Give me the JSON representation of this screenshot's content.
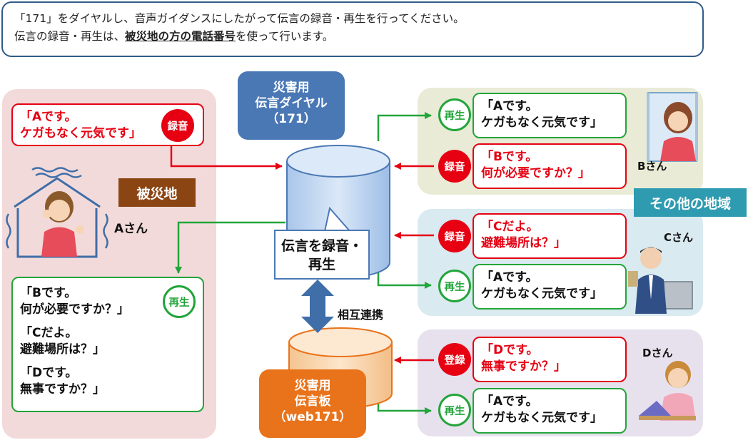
{
  "instruction": {
    "line1": "「171」をダイヤルし、音声ガイダンスにしたがって伝言の録音・再生を行ってください。",
    "line2_pre": "伝言の録音・再生は、",
    "line2_emph": "被災地の方の電話番号",
    "line2_post": "を使って行います。"
  },
  "disaster_area": {
    "tag": "被災地",
    "person": "Aさん",
    "record_msg": [
      "「Aです。",
      "ケガもなく元気です」"
    ],
    "record_badge": "録音",
    "play_badge": "再生",
    "play_msgs": [
      [
        "「Bです。",
        "何が必要ですか？」"
      ],
      [
        "「Cだよ。",
        "避難場所は？」"
      ],
      [
        "「Dです。",
        "無事ですか？」"
      ]
    ]
  },
  "other_area": {
    "tag": "その他の地域",
    "b": {
      "person": "Bさん",
      "play_badge": "再生",
      "play_msg": [
        "「Aです。",
        "ケガもなく元気です」"
      ],
      "record_badge": "録音",
      "record_msg": [
        "「Bです。",
        "何が必要ですか？」"
      ]
    },
    "c": {
      "person": "Cさん",
      "record_badge": "録音",
      "record_msg": [
        "「Cだよ。",
        "避難場所は？」"
      ],
      "play_badge": "再生",
      "play_msg": [
        "「Aです。",
        "ケガもなく元気です」"
      ]
    },
    "d": {
      "person": "Dさん",
      "register_badge": "登録",
      "register_msg": [
        "「Dです。",
        "無事ですか？」"
      ],
      "play_badge": "再生",
      "play_msg": [
        "「Aです。",
        "ケガもなく元気です」"
      ]
    }
  },
  "services": {
    "dial": [
      "災害用",
      "伝言ダイヤル",
      "（171）"
    ],
    "board": [
      "災害用",
      "伝言板",
      "（web171）"
    ],
    "bubble": [
      "伝言を録音・",
      "再生"
    ],
    "link_label": "相互連携"
  },
  "colors": {
    "record_red": "#e60012",
    "play_green": "#22a53a",
    "dial_blue": "#4a78b5",
    "board_orange": "#e9731b",
    "disaster_tag_brown": "#8b4513",
    "other_tag_teal": "#2e9bb0"
  }
}
